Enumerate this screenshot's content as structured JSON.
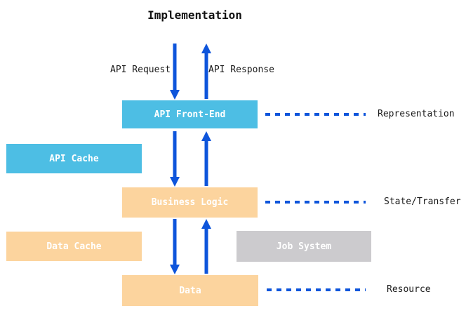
{
  "title": "Implementation",
  "flow_labels": {
    "request": "API Request",
    "response": "API Response"
  },
  "layers": [
    {
      "label": "API Front-End",
      "annotation": "Representation"
    },
    {
      "label": "Business Logic",
      "annotation": "State/Transfer"
    },
    {
      "label": "Data",
      "annotation": "Resource"
    }
  ],
  "side_boxes": [
    {
      "label": "API Cache"
    },
    {
      "label": "Data Cache"
    },
    {
      "label": "Job System"
    }
  ],
  "colors": {
    "box_blue": "#4DBEE4",
    "box_orange": "#FCD49E",
    "box_gray": "#CCCBCE",
    "arrow_blue": "#0E55DB",
    "box_text": "#FFFFFF",
    "label_text": "#1A1A1A"
  }
}
